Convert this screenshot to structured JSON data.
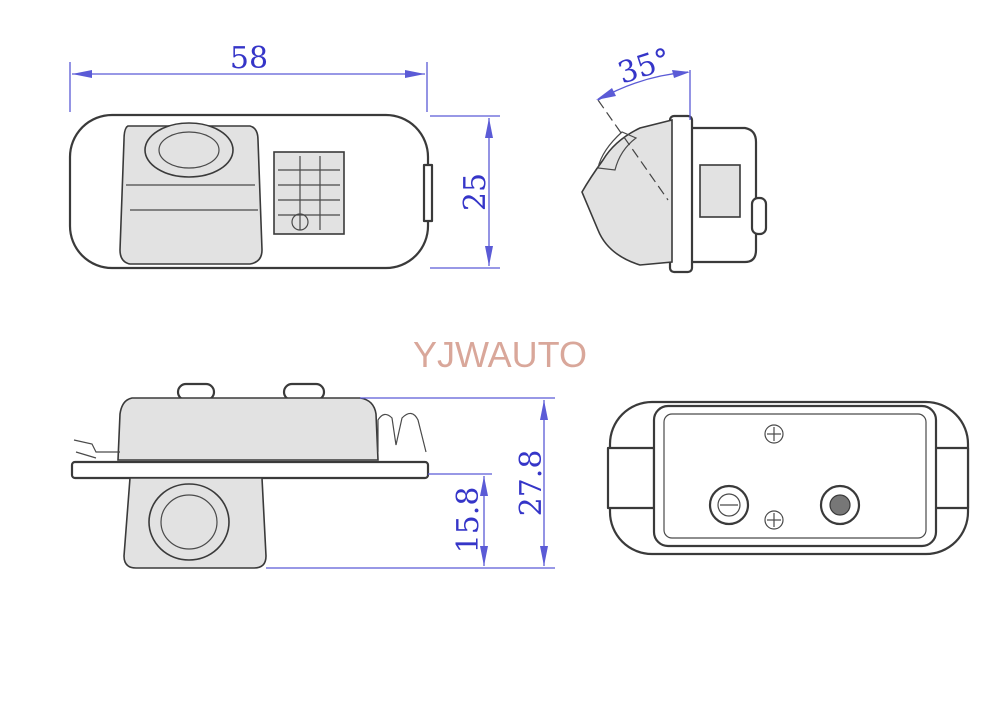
{
  "watermark": "YJWAUTO",
  "dimensions": {
    "width_top": "58",
    "height_front": "25",
    "angle": "35°",
    "total_height": "27.8",
    "lens_height": "15.8"
  },
  "colors": {
    "dimension": "#3535c8",
    "outline": "#3a3a3a",
    "watermark": "#d9a79a"
  }
}
